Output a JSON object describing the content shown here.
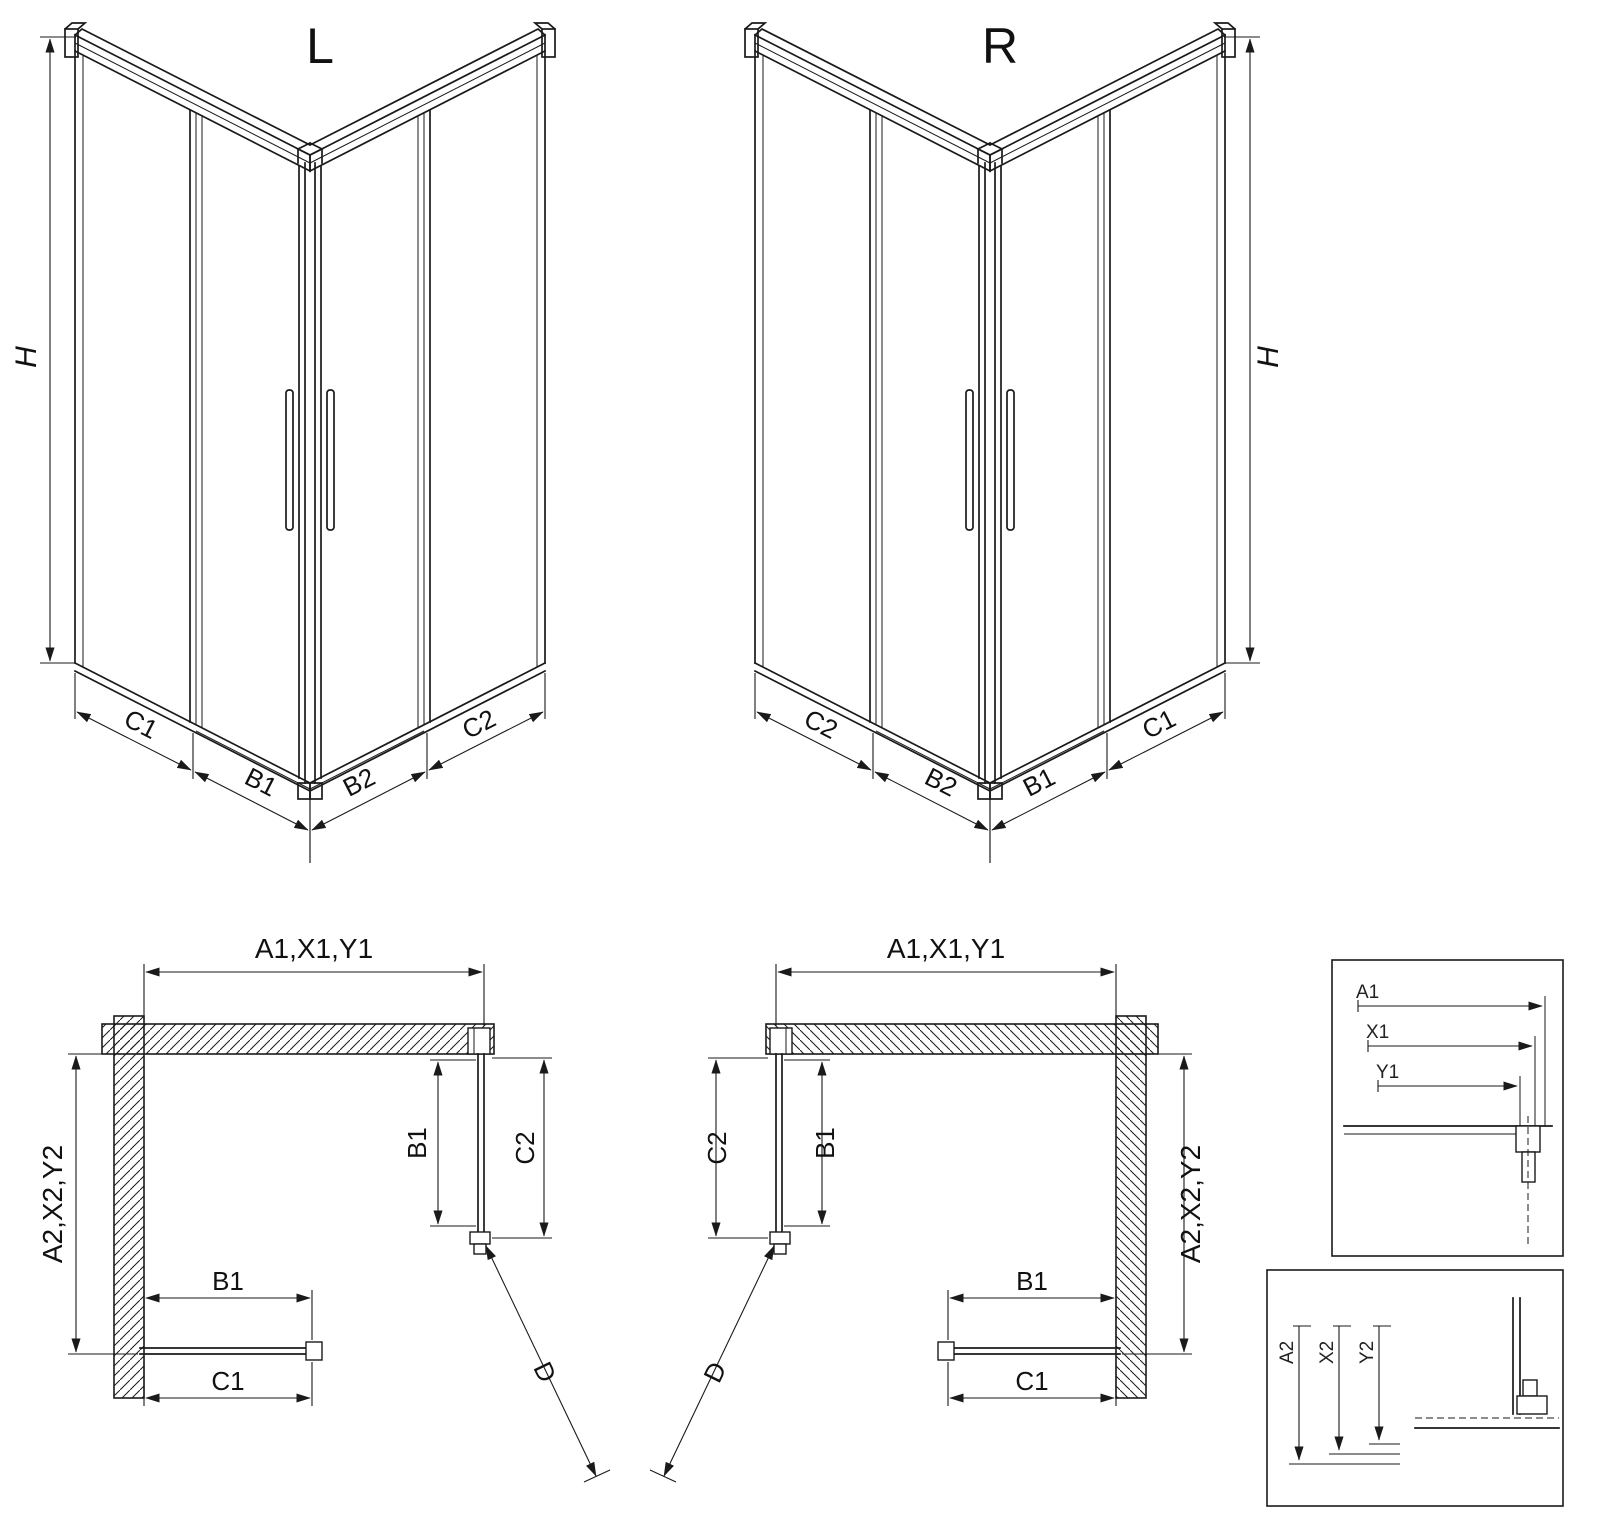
{
  "iso_left": {
    "title": "L",
    "dim_h": "H",
    "dim_c1": "C1",
    "dim_b1": "B1",
    "dim_b2": "B2",
    "dim_c2": "C2"
  },
  "iso_right": {
    "title": "R",
    "dim_h": "H",
    "dim_c1": "C1",
    "dim_b1": "B1",
    "dim_b2": "B2",
    "dim_c2": "C2"
  },
  "plan_left": {
    "dim_top": "A1,X1,Y1",
    "dim_side": "A2,X2,Y2",
    "dim_b1_side": "B1",
    "dim_c2": "C2",
    "dim_b1_bottom": "B1",
    "dim_c1": "C1",
    "dim_d": "D"
  },
  "plan_right": {
    "dim_top": "A1,X1,Y1",
    "dim_side": "A2,X2,Y2",
    "dim_b1_side": "B1",
    "dim_c2": "C2",
    "dim_b1_bottom": "B1",
    "dim_c1": "C1",
    "dim_d": "D"
  },
  "detail_top": {
    "dim_a1": "A1",
    "dim_x1": "X1",
    "dim_y1": "Y1"
  },
  "detail_bottom": {
    "dim_a2": "A2",
    "dim_x2": "X2",
    "dim_y2": "Y2"
  }
}
